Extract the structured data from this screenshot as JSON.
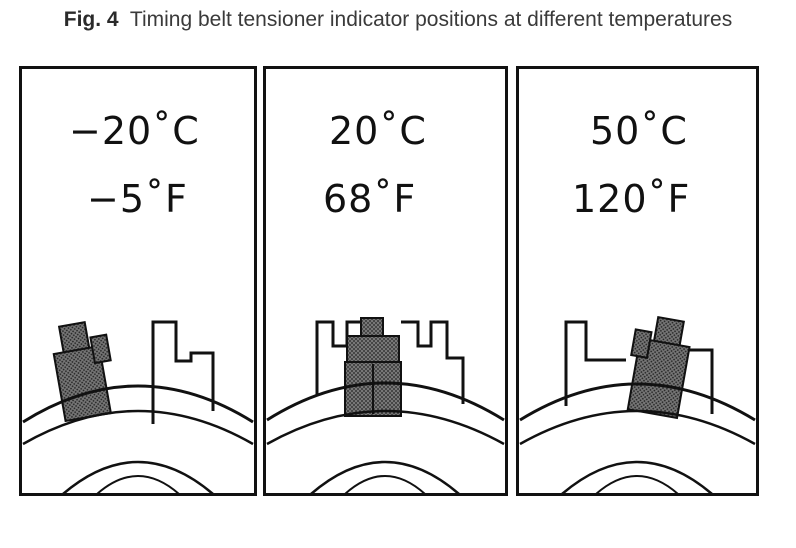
{
  "caption": {
    "label": "Fig. 4",
    "text": "Timing belt tensioner indicator positions at different temperatures"
  },
  "panels": [
    {
      "celsius": "−20˚C",
      "fahrenheit": "−5˚F"
    },
    {
      "celsius": "20˚C",
      "fahrenheit": "68˚F"
    },
    {
      "celsius": "50˚C",
      "fahrenheit": "120˚F"
    }
  ],
  "colors": {
    "ink": "#111111",
    "indicator_fill": "#555555"
  }
}
